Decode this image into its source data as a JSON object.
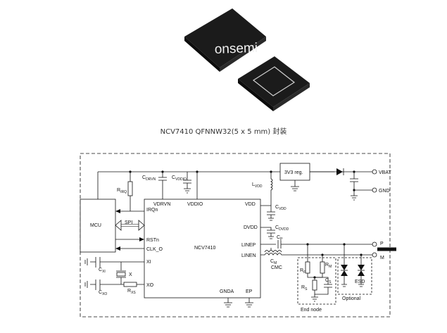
{
  "chip": {
    "brand": "onsemi"
  },
  "caption": "NCV7410 QFNNW32(5 x 5 mm) 封装",
  "schematic": {
    "mcu": {
      "title": "MCU"
    },
    "spi": "SPI",
    "ic": {
      "name": "NCV7410",
      "pins_left": [
        "IRQn",
        "RSTn",
        "CLK_O",
        "XI",
        "XO"
      ],
      "pins_top": [
        "VDRVN",
        "VDDIO"
      ],
      "pins_right": [
        "VDD",
        "DVDD",
        "LINEP",
        "LINEN"
      ],
      "pins_bottom": [
        "GNDA",
        "EP"
      ]
    },
    "regulator": "3V3 reg.",
    "connectors": [
      "VBAT",
      "GND",
      "P",
      "M"
    ],
    "components": {
      "rirq": {
        "main": "R",
        "sub": "IRQ"
      },
      "cdrvn": {
        "main": "C",
        "sub": "DRVN"
      },
      "cvddio": {
        "main": "C",
        "sub": "VDDIO"
      },
      "lvdd": {
        "main": "L",
        "sub": "VDD"
      },
      "cvdd": {
        "main": "C",
        "sub": "VDD"
      },
      "cdvdd": {
        "main": "C",
        "sub": "DVDD"
      },
      "cp": {
        "main": "C",
        "sub": "P"
      },
      "cm": {
        "main": "C",
        "sub": "M"
      },
      "cmc": "CMC",
      "cxi": {
        "main": "C",
        "sub": "XI"
      },
      "cxo": {
        "main": "C",
        "sub": "XO"
      },
      "crystal": "X",
      "rxs": {
        "main": "R",
        "sub": "XS"
      },
      "rp": {
        "main": "R",
        "sub": "P"
      },
      "rm": {
        "main": "R",
        "sub": "M"
      },
      "rs": {
        "main": "R",
        "sub": "S"
      },
      "cs": {
        "main": "C",
        "sub": "S"
      }
    },
    "groups": {
      "end_node": "End node",
      "optional": "Optional",
      "esd": "ESD"
    }
  },
  "colors": {
    "line": "#111111",
    "chip_body": "#1b1b1b",
    "chip_pad": "#d0d0d0"
  }
}
